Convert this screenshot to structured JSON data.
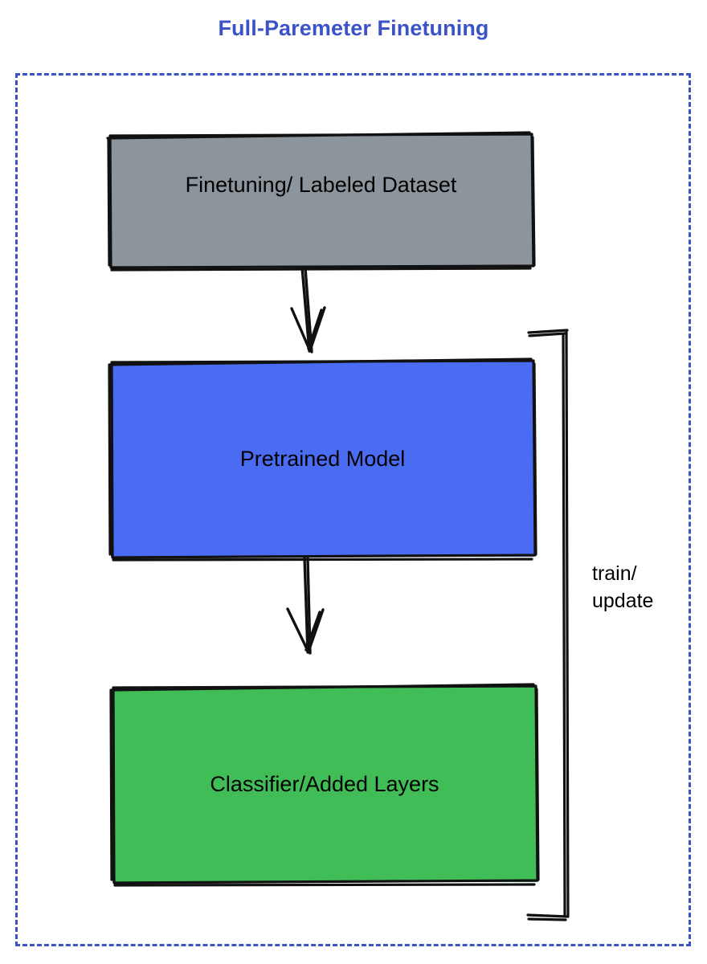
{
  "title": "Full-Paremeter Finetuning",
  "theme": {
    "accent_blue": "#3b53c6",
    "node_gray": "#8c949c",
    "node_blue": "#4a6cf2",
    "node_green": "#41bd57",
    "stroke_black": "#111111",
    "background": "#ffffff"
  },
  "frame": {
    "style": "dashed",
    "color": "#3b53c6"
  },
  "nodes": [
    {
      "id": "dataset",
      "label": "Finetuning/ Labeled Dataset",
      "fill": "#8c949c",
      "shape": "rectangle"
    },
    {
      "id": "pretrained",
      "label": "Pretrained Model",
      "fill": "#4a6cf2",
      "shape": "rectangle"
    },
    {
      "id": "classifier",
      "label": "Classifier/Added Layers",
      "fill": "#41bd57",
      "shape": "rectangle"
    }
  ],
  "edges": [
    {
      "id": "dataset-to-pretrained",
      "from": "dataset",
      "to": "pretrained",
      "label": "",
      "arrow": "down"
    },
    {
      "id": "pretrained-to-classifier",
      "from": "pretrained",
      "to": "classifier",
      "label": "",
      "arrow": "down"
    },
    {
      "id": "feedback-bracket",
      "from": "classifier",
      "to": "pretrained",
      "label": "train/\nupdate",
      "arrow": "none"
    }
  ],
  "bracket": {
    "label": "train/\nupdate"
  }
}
